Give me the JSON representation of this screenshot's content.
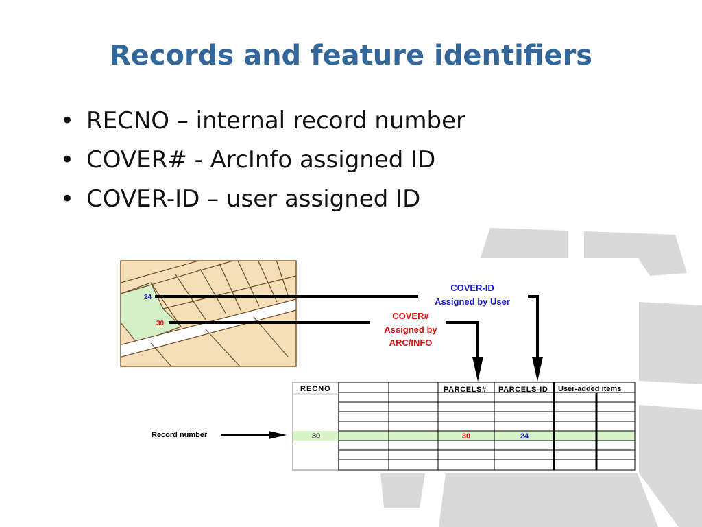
{
  "slide": {
    "title": "Records and feature identifiers",
    "bullets": [
      "RECNO – internal record number",
      "COVER# - ArcInfo assigned ID",
      "COVER-ID – user assigned ID"
    ]
  },
  "diagram": {
    "map": {
      "label_24": "24",
      "label_30": "30"
    },
    "cover_id_label": [
      "COVER-ID",
      "Assigned by User"
    ],
    "cover_hash_label": [
      "COVER#",
      "Assigned by",
      "ARC/INFO"
    ],
    "record_number_label": "Record number",
    "table": {
      "headers": {
        "recno": "RECNO",
        "parcels_hash": "PARCELS#",
        "parcels_id": "PARCELS-ID",
        "user_added": "User-added items"
      },
      "highlight_row": {
        "recno": "30",
        "parcels_hash": "30",
        "parcels_id": "24"
      }
    }
  },
  "colors": {
    "title": "#336699",
    "blue_label": "#1a1acc",
    "red_label": "#dd1111",
    "map_fill": "#f5dfb8",
    "parcel_green": "#d4f0c8",
    "row_highlight": "#d9f5c8",
    "deco_gray": "#d9d9d9"
  }
}
